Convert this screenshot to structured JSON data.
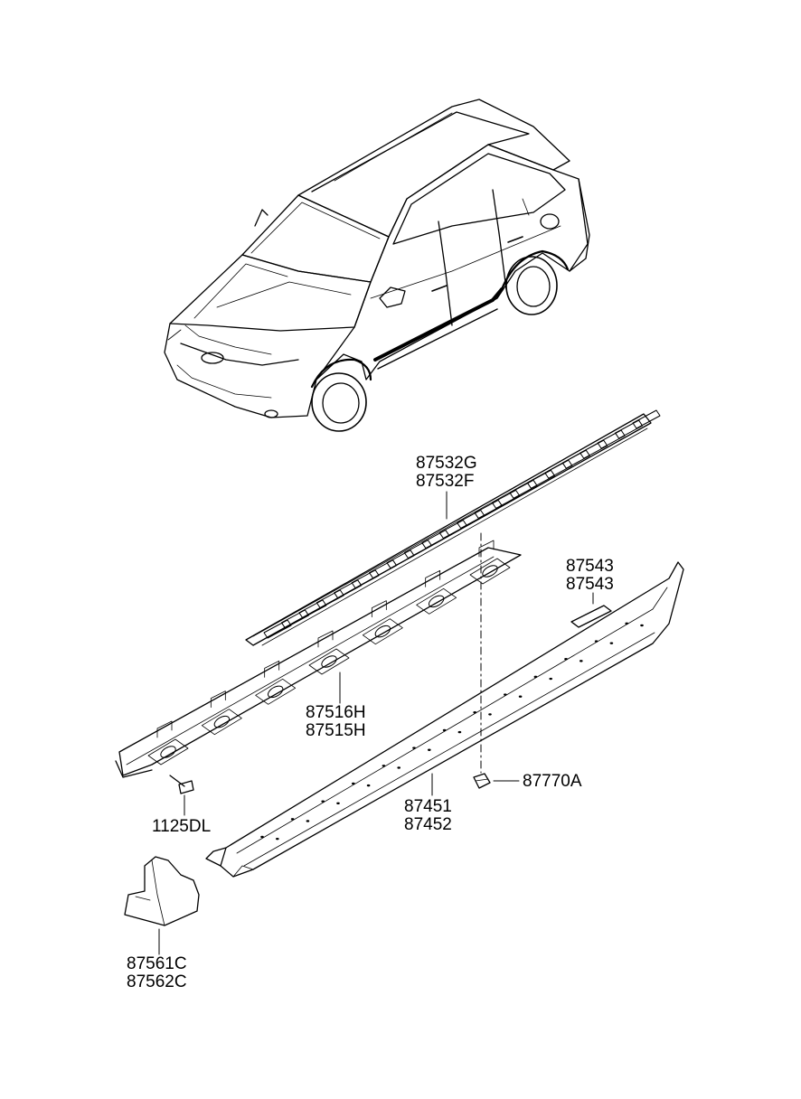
{
  "parts": {
    "step_pad": {
      "line1": "87532G",
      "line2": "87532F"
    },
    "clip": {
      "line1": "87543",
      "line2": "87543"
    },
    "bracket": {
      "line1": "87516H",
      "line2": "87515H"
    },
    "fastener_clip": {
      "line1": "87770A"
    },
    "side_sill": {
      "line1": "87451",
      "line2": "87452"
    },
    "bolt": {
      "line1": "1125DL"
    },
    "mud_guard": {
      "line1": "87561C",
      "line2": "87562C"
    }
  }
}
